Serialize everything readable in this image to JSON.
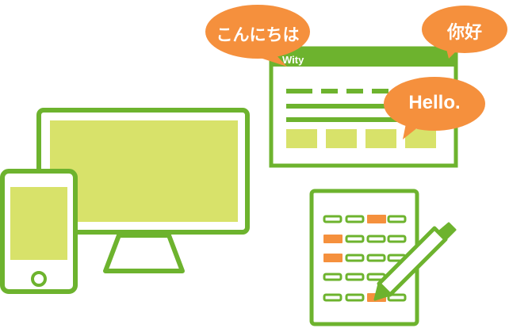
{
  "illustration": {
    "bubbles": {
      "japanese": "こんにちは",
      "chinese": "你好",
      "english": "Hello."
    },
    "browser_window": {
      "title": "Wity"
    },
    "icons": [
      "monitor-icon",
      "smartphone-icon",
      "browser-window-icon",
      "speech-bubble-icon",
      "checklist-sheet-icon",
      "pencil-icon"
    ],
    "colors": {
      "green": "#6db32e",
      "light_green": "#d8e26a",
      "orange": "#f5903d",
      "white": "#ffffff"
    }
  }
}
